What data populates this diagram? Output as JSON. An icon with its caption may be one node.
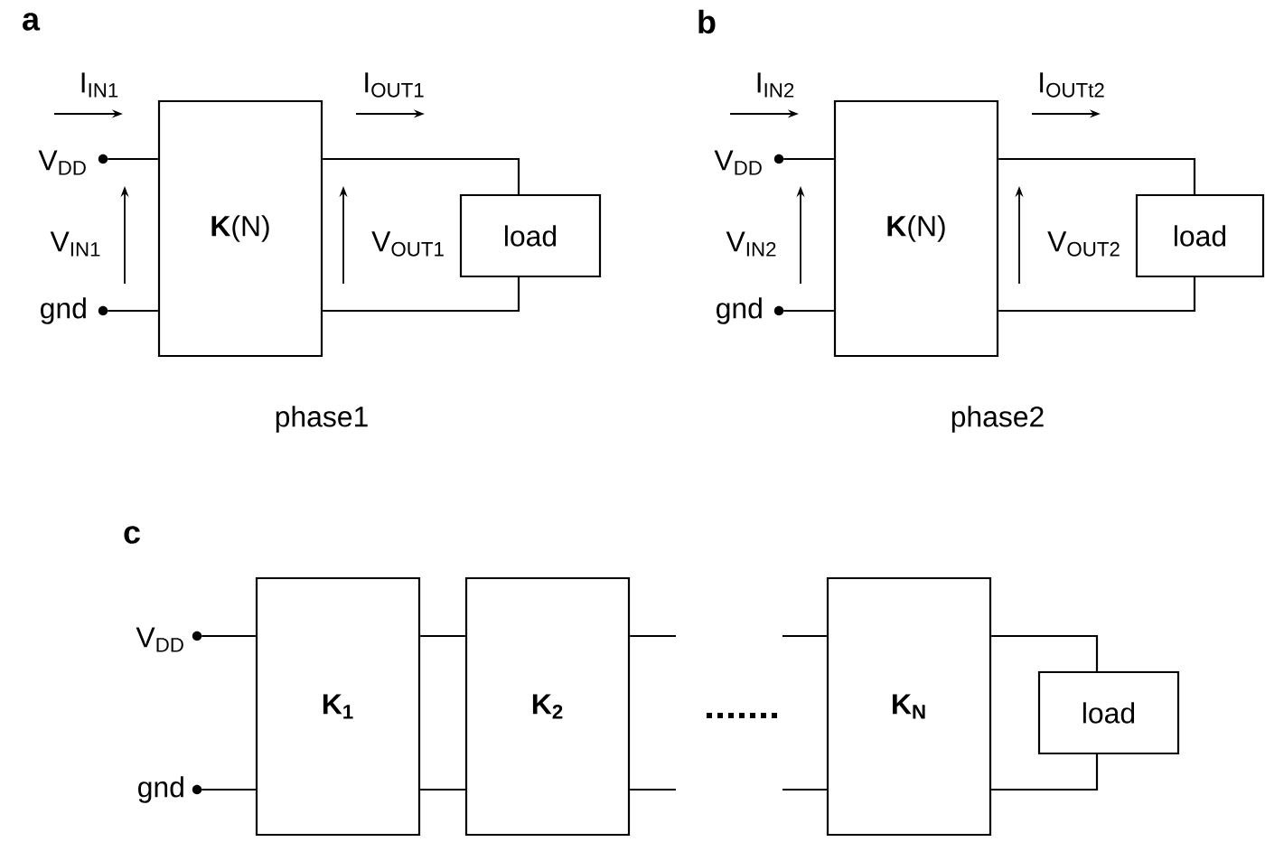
{
  "diagram": {
    "nodes": [
      {
        "text": [
          "**K**(N)"
        ]
      },
      {
        "text": [
          "load"
        ]
      },
      {
        "text": [
          "V$_{DD}$"
        ]
      },
      {
        "text": [
          "gnd"
        ]
      },
      {
        "text": [
          "**K**(N)"
        ]
      },
      {
        "text": [
          "load"
        ]
      },
      {
        "text": [
          "V$_{DD}$"
        ]
      },
      {
        "text": [
          "gnd"
        ]
      },
      {
        "text": [
          "V$_{DD}$"
        ]
      },
      {
        "text": [
          "gnd"
        ]
      },
      {
        "text": [
          "K$_{1}$"
        ]
      },
      {
        "text": [
          "K$_{2}$"
        ]
      },
      {
        "text": [
          "K$_{N}$"
        ]
      },
      {
        "text": [
          "load"
        ]
      }
    ],
    "edges": [
      {
        "from": 2,
        "to": 0,
        "arrow": "none"
      },
      {
        "from": 3,
        "to": 0,
        "arrow": "none"
      },
      {
        "from": 0,
        "to": 1,
        "arrow": "none"
      },
      {
        "from": 0,
        "to": 1,
        "arrow": "none"
      },
      {
        "from": 6,
        "to": 4,
        "arrow": "none"
      },
      {
        "from": 7,
        "to": 4,
        "arrow": "none"
      },
      {
        "from": 4,
        "to": 5,
        "arrow": "none"
      },
      {
        "from": 4,
        "to": 5,
        "arrow": "none"
      },
      {
        "from": 8,
        "to": 10,
        "arrow": "none"
      },
      {
        "from": 9,
        "to": 10,
        "arrow": "none"
      },
      {
        "from": 10,
        "to": 11,
        "arrow": "none"
      },
      {
        "from": 10,
        "to": 11,
        "arrow": "none"
      },
      {
        "from": 11,
        "to": null,
        "arrow": "none"
      },
      {
        "from": 11,
        "to": null,
        "arrow": "none"
      },
      {
        "from": null,
        "to": 12,
        "arrow": "none"
      },
      {
        "from": null,
        "to": 12,
        "arrow": "none"
      },
      {
        "from": 12,
        "to": 13,
        "arrow": "none"
      },
      {
        "from": 12,
        "to": 13,
        "arrow": "none"
      }
    ],
    "labels": [
      "a",
      "I$_{IN1}$",
      "V$_{IN1}$",
      "I$_{OUT1}$",
      "V$_{OUT1}$",
      "phase1",
      "b",
      "I$_{IN2}$",
      "V$_{IN2}$",
      "I$_{OUTt2}$",
      "V$_{OUT2}$",
      "phase2",
      "c"
    ]
  }
}
